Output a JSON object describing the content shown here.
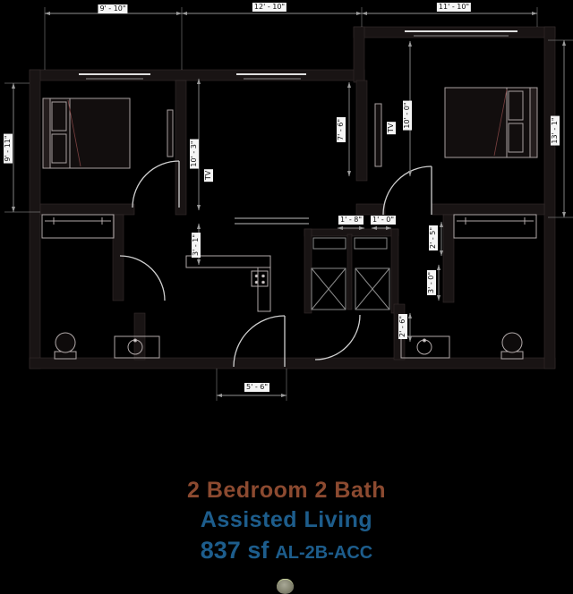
{
  "plan": {
    "dims": {
      "top_left": "9' - 10\"",
      "top_middle": "12' - 10\"",
      "top_right": "11' - 10\"",
      "left_side": "9' - 11\"",
      "right_side": "13' - 1\"",
      "bed1_depth": "10' - 3\"",
      "kitchen_wall": "7' - 6\"",
      "bed2_depth": "10' - 0\"",
      "hall_width": "3' - 1\"",
      "closet_left": "1' - 8\"",
      "closet_right": "1' - 0\"",
      "bath2_a": "2' - 5\"",
      "bath2_b": "3' - 0\"",
      "bath2_c": "2' - 6\"",
      "entry": "5' - 6\""
    },
    "labels": {
      "tv1": "TV",
      "tv2": "TV"
    }
  },
  "title_block": {
    "line1": "2 Bedroom 2 Bath",
    "line2": "Assisted Living",
    "area": "837 sf",
    "code": "AL-2B-ACC"
  },
  "colors": {
    "background": "#000000",
    "wall_fill": "#191414",
    "dimension_line": "#8f8f8f",
    "dim_label_bg": "#f5f5f5",
    "title_line1": "#8c4a30",
    "title_blue": "#1d5d8c"
  }
}
